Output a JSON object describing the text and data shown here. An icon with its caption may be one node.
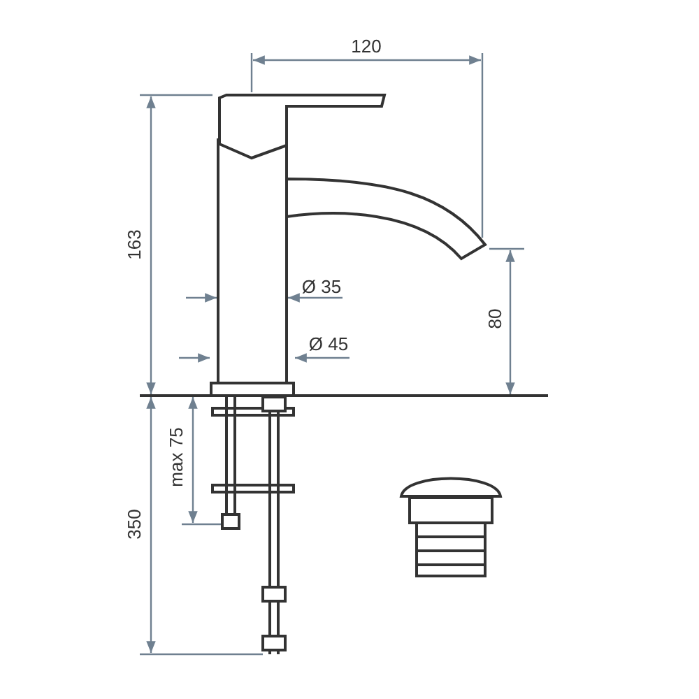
{
  "diagram": {
    "labels": [
      "120",
      "163",
      "Ø 35",
      "Ø 45",
      "80",
      "max 75",
      "350"
    ]
  }
}
